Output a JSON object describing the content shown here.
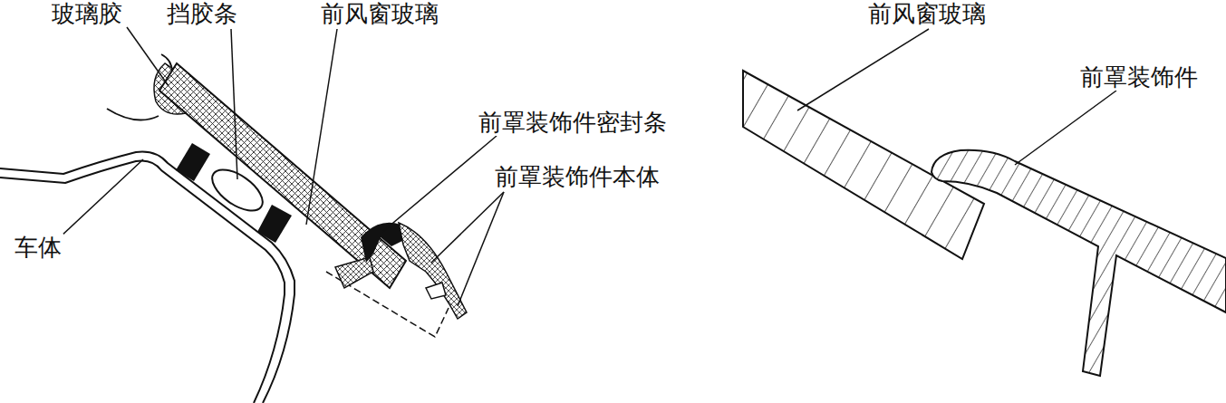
{
  "diagram": {
    "labels": [
      "玻璃胶",
      "挡胶条",
      "前风窗玻璃",
      "前罩装饰件密封条",
      "前罩装饰件本体",
      "车体",
      "前风窗玻璃",
      "前罩装饰件"
    ]
  }
}
